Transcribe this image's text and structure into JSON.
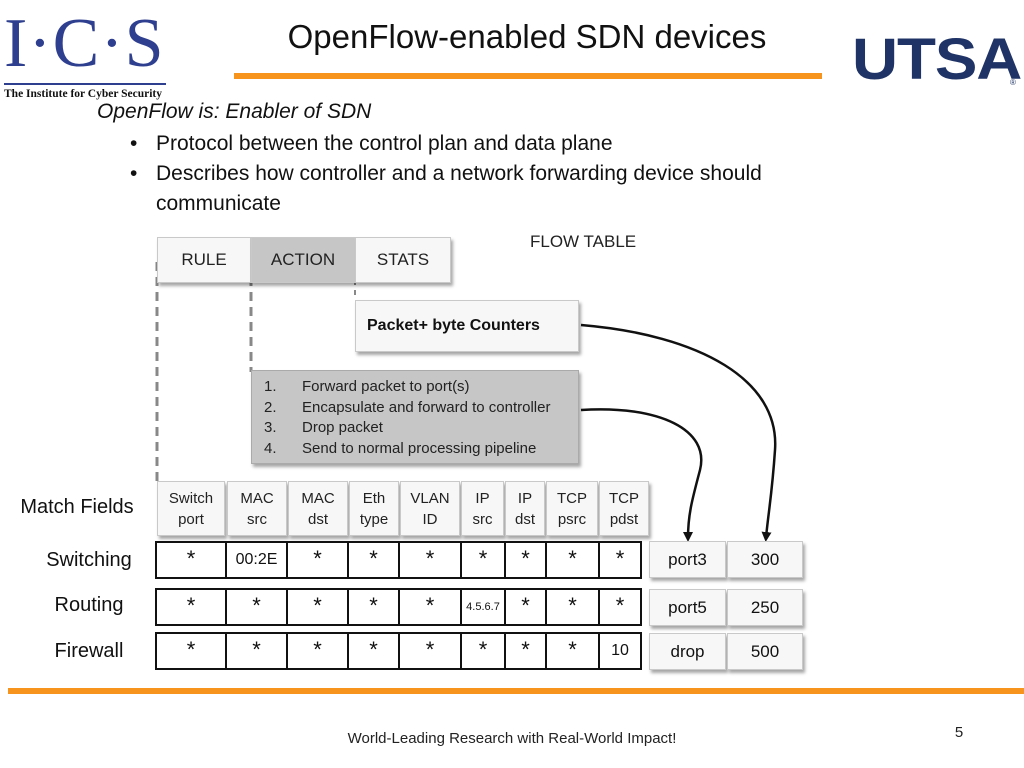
{
  "header": {
    "ics_letters": "I·C·S",
    "ics_tagline": "The Institute for Cyber Security",
    "title": "OpenFlow-enabled SDN devices",
    "utsa_logo": "UTSA",
    "utsa_reg": "®"
  },
  "intro": {
    "heading": "OpenFlow is: Enabler of SDN",
    "bullet_char": "•",
    "bullets": [
      "Protocol between the control plan and data plane",
      "Describes how controller and a network forwarding device should communicate"
    ]
  },
  "flow_table": {
    "label": "FLOW TABLE",
    "headers": [
      "RULE",
      "ACTION",
      "STATS"
    ],
    "counters": "Packet+ byte Counters",
    "actions": [
      {
        "num": "1.",
        "text": "Forward packet to port(s)"
      },
      {
        "num": "2.",
        "text": "Encapsulate and forward to controller"
      },
      {
        "num": "3.",
        "text": "Drop packet"
      },
      {
        "num": "4.",
        "text": "Send to normal processing pipeline"
      }
    ]
  },
  "match_fields": {
    "label": "Match Fields",
    "fields": [
      {
        "l1": "Switch",
        "l2": "port"
      },
      {
        "l1": "MAC",
        "l2": "src"
      },
      {
        "l1": "MAC",
        "l2": "dst"
      },
      {
        "l1": "Eth",
        "l2": "type"
      },
      {
        "l1": "VLAN",
        "l2": "ID"
      },
      {
        "l1": "IP",
        "l2": "src"
      },
      {
        "l1": "IP",
        "l2": "dst"
      },
      {
        "l1": "TCP",
        "l2": "psrc"
      },
      {
        "l1": "TCP",
        "l2": "pdst"
      }
    ]
  },
  "rules": [
    {
      "label": "Switching",
      "values": [
        "*",
        "00:2E",
        "*",
        "*",
        "*",
        "*",
        "*",
        "*",
        "*"
      ],
      "action": "port3",
      "stats": "300"
    },
    {
      "label": "Routing",
      "values": [
        "*",
        "*",
        "*",
        "*",
        "*",
        "4.5.6.7",
        "*",
        "*",
        "*"
      ],
      "action": "port5",
      "stats": "250"
    },
    {
      "label": "Firewall",
      "values": [
        "*",
        "*",
        "*",
        "*",
        "*",
        "*",
        "*",
        "*",
        "10"
      ],
      "action": "drop",
      "stats": "500"
    }
  ],
  "footer": {
    "tagline": "World-Leading Research with Real-World Impact!",
    "page_number": "5"
  },
  "colors": {
    "accent_orange": "#f7941d",
    "ics_blue": "#2f3f8f",
    "utsa_blue": "#1f3366",
    "cell_light": "#f7f7f7",
    "cell_gray": "#c6c6c6"
  }
}
